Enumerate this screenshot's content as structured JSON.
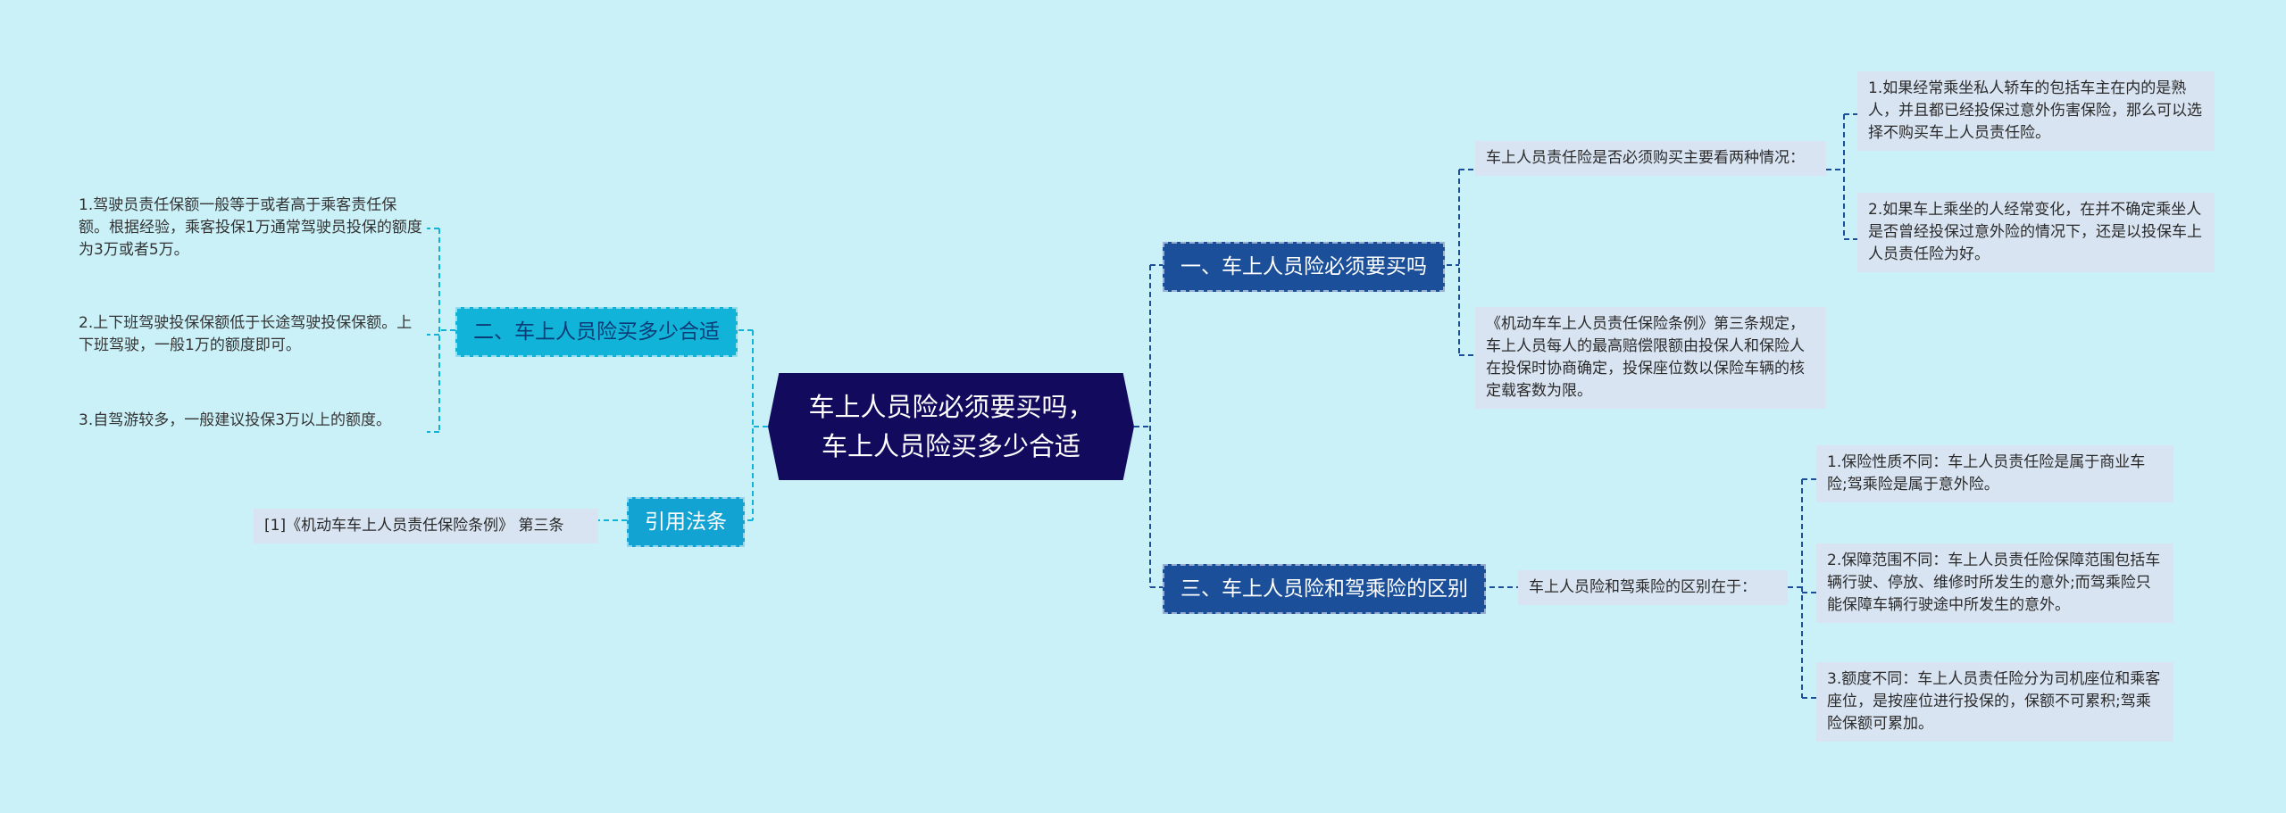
{
  "root": {
    "line1": "车上人员险必须要买吗，",
    "line2": "车上人员险买多少合适"
  },
  "branch1": {
    "title": "一、车上人员险必须要买吗",
    "sub1": "车上人员责任险是否必须购买主要看两种情况：",
    "sub1_items": [
      "1.如果经常乘坐私人轿车的包括车主在内的是熟人，并且都已经投保过意外伤害保险，那么可以选择不购买车上人员责任险。",
      "2.如果车上乘坐的人经常变化，在并不确定乘坐人是否曾经投保过意外险的情况下，还是以投保车上人员责任险为好。"
    ],
    "sub2": "《机动车车上人员责任保险条例》第三条规定，车上人员每人的最高赔偿限额由投保人和保险人在投保时协商确定，投保座位数以保险车辆的核定载客数为限。"
  },
  "branch2": {
    "title": "二、车上人员险买多少合适",
    "items": [
      "1.驾驶员责任保额一般等于或者高于乘客责任保额。根据经验，乘客投保1万通常驾驶员投保的额度为3万或者5万。",
      "2.上下班驾驶投保保额低于长途驾驶投保保额。上下班驾驶，一般1万的额度即可。",
      "3.自驾游较多，一般建议投保3万以上的额度。"
    ]
  },
  "branch3": {
    "title": "三、车上人员险和驾乘险的区别",
    "sub": "车上人员险和驾乘险的区别在于：",
    "items": [
      "1.保险性质不同：车上人员责任险是属于商业车险;驾乘险是属于意外险。",
      "2.保障范围不同：车上人员责任险保障范围包括车辆行驶、停放、维修时所发生的意外;而驾乘险只能保障车辆行驶途中所发生的意外。",
      "3.额度不同：车上人员责任险分为司机座位和乘客座位，是按座位进行投保的，保额不可累积;驾乘险保额可累加。"
    ]
  },
  "branch4": {
    "title": "引用法条",
    "item": "[1]《机动车车上人员责任保险条例》 第三条"
  }
}
